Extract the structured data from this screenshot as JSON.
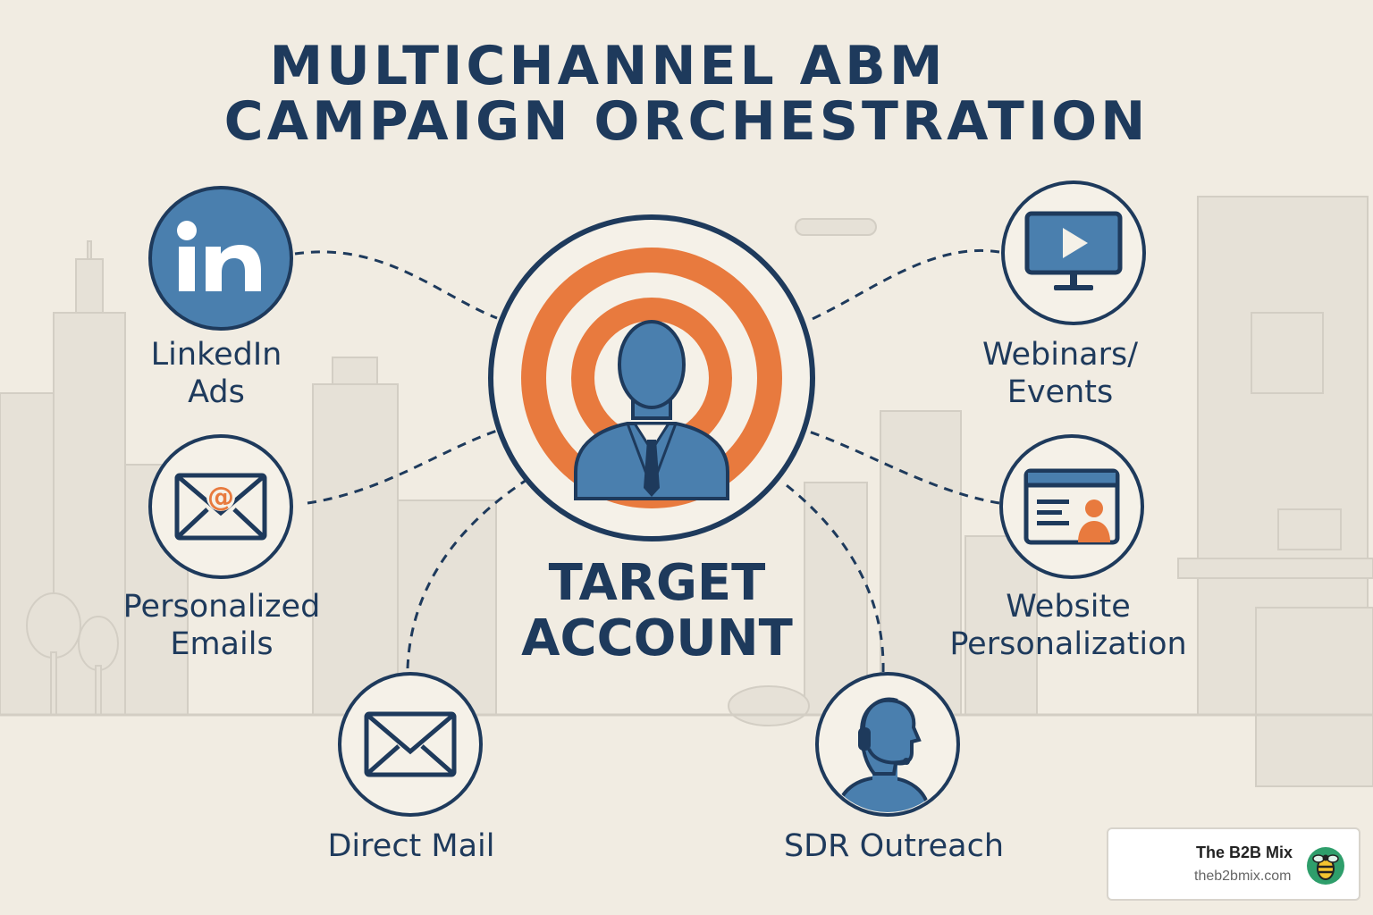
{
  "title": {
    "line1": "MULTICHANNEL ABM",
    "line2": "CAMPAIGN ORCHESTRATION"
  },
  "hub": {
    "label_line1": "TARGET",
    "label_line2": "ACCOUNT",
    "icon": "target-person-icon"
  },
  "channels": [
    {
      "id": "linkedin",
      "line1": "LinkedIn",
      "line2": "Ads",
      "icon": "linkedin-icon"
    },
    {
      "id": "emails",
      "line1": "Personalized",
      "line2": "Emails",
      "icon": "at-envelope-icon"
    },
    {
      "id": "mail",
      "line1": "Direct Mail",
      "line2": "",
      "icon": "envelope-icon"
    },
    {
      "id": "webinars",
      "line1": "Webinars/",
      "line2": "Events",
      "icon": "monitor-play-icon"
    },
    {
      "id": "website",
      "line1": "Website",
      "line2": "Personalization",
      "icon": "browser-user-icon"
    },
    {
      "id": "sdr",
      "line1": "SDR Outreach",
      "line2": "",
      "icon": "headset-person-icon"
    }
  ],
  "brand": {
    "name": "The B2B Mix",
    "url": "theb2bmix.com",
    "icon": "bee-logo-icon"
  },
  "colors": {
    "navy": "#1e3a5c",
    "blue": "#4a7fae",
    "orange": "#e87a3e",
    "background": "#f1ece2"
  }
}
